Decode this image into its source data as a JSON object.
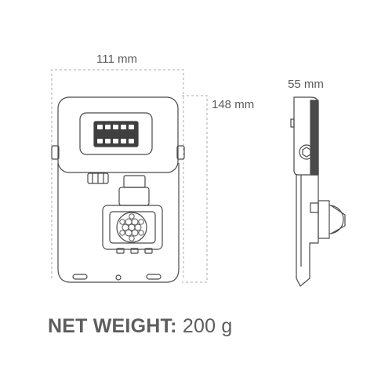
{
  "dimensions": {
    "width": "111 mm",
    "height": "148 mm",
    "depth": "55 mm"
  },
  "net_weight": {
    "label": "NET WEIGHT:",
    "value": "200 g"
  },
  "colors": {
    "outline": "#4a4a4a",
    "dimension_line": "#a8a8a8",
    "led_fill": "#3f3f3f",
    "text": "#5d5d5d"
  }
}
